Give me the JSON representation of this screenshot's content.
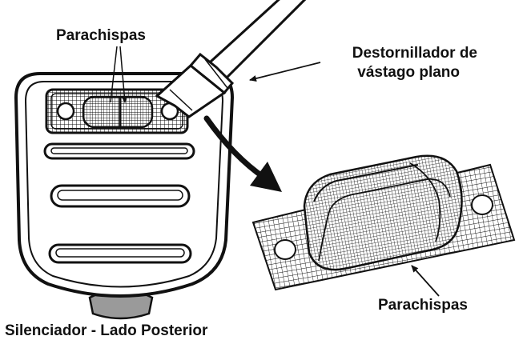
{
  "labels": {
    "spark_arrestor_top": "Parachispas",
    "screwdriver_line1": "Destornillador de",
    "screwdriver_line2": "vástago plano",
    "spark_arrestor_bottom": "Parachispas",
    "caption": "Silenciador - Lado Posterior"
  },
  "colors": {
    "ink": "#111111",
    "paper": "#ffffff",
    "pipe": "#9a9a9a"
  },
  "icons": {
    "tool": "flat-screwdriver-icon",
    "arrow": "curved-arrow-icon"
  }
}
